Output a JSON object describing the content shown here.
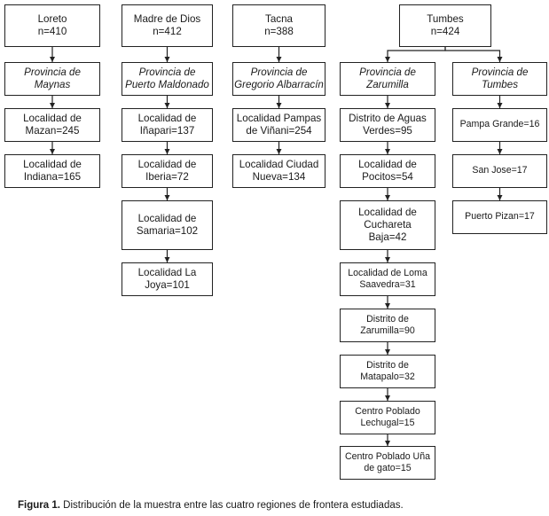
{
  "diagram": {
    "regions": [
      {
        "name": "Loreto",
        "n": "n=410",
        "nodes": [
          {
            "lines": [
              "Provincia de",
              "Maynas"
            ],
            "italic": true
          },
          {
            "lines": [
              "Localidad de",
              "Mazan=245"
            ]
          },
          {
            "lines": [
              "Localidad de",
              "Indiana=165"
            ]
          }
        ]
      },
      {
        "name": "Madre de Dios",
        "n": "n=412",
        "nodes": [
          {
            "lines": [
              "Provincia de",
              "Puerto Maldonado"
            ],
            "italic": true
          },
          {
            "lines": [
              "Localidad de",
              "Iñapari=137"
            ]
          },
          {
            "lines": [
              "Localidad de",
              "Iberia=72"
            ]
          },
          {
            "lines": [
              "Localidad de",
              "Samaria=102"
            ]
          },
          {
            "lines": [
              "Localidad  La",
              "Joya=101"
            ]
          }
        ]
      },
      {
        "name": "Tacna",
        "n": "n=388",
        "nodes": [
          {
            "lines": [
              "Provincia de",
              "Gregorio Albarracín"
            ],
            "italic": true
          },
          {
            "lines": [
              "Localidad Pampas",
              "de Viñani=254"
            ]
          },
          {
            "lines": [
              "Localidad Ciudad",
              "Nueva=134"
            ]
          }
        ]
      },
      {
        "name": "Tumbes",
        "n": "n=424",
        "provinces": [
          {
            "lines": [
              "Provincia de",
              "Zarumilla"
            ],
            "italic": true,
            "nodes": [
              {
                "lines": [
                  "Distrito de Aguas",
                  "Verdes=95"
                ]
              },
              {
                "lines": [
                  "Localidad de",
                  "Pocitos=54"
                ]
              },
              {
                "lines": [
                  "Localidad de",
                  "Cuchareta",
                  "Baja=42"
                ]
              },
              {
                "lines": [
                  "Localidad de Loma",
                  "Saavedra=31"
                ]
              },
              {
                "lines": [
                  "Distrito de",
                  "Zarumilla=90"
                ]
              },
              {
                "lines": [
                  "Distrito de",
                  "Matapalo=32"
                ]
              },
              {
                "lines": [
                  "Centro Poblado",
                  "Lechugal=15"
                ]
              },
              {
                "lines": [
                  "Centro Poblado Uña",
                  "de gato=15"
                ]
              }
            ]
          },
          {
            "lines": [
              "Provincia de",
              "Tumbes"
            ],
            "italic": true,
            "nodes": [
              {
                "lines": [
                  "Pampa Grande=16"
                ]
              },
              {
                "lines": [
                  "San Jose=17"
                ]
              },
              {
                "lines": [
                  "Puerto Pizan=17"
                ]
              }
            ]
          }
        ]
      }
    ]
  },
  "caption": {
    "label": "Figura 1.",
    "text": " Distribución de la muestra entre las cuatro regiones de frontera estudiadas."
  }
}
